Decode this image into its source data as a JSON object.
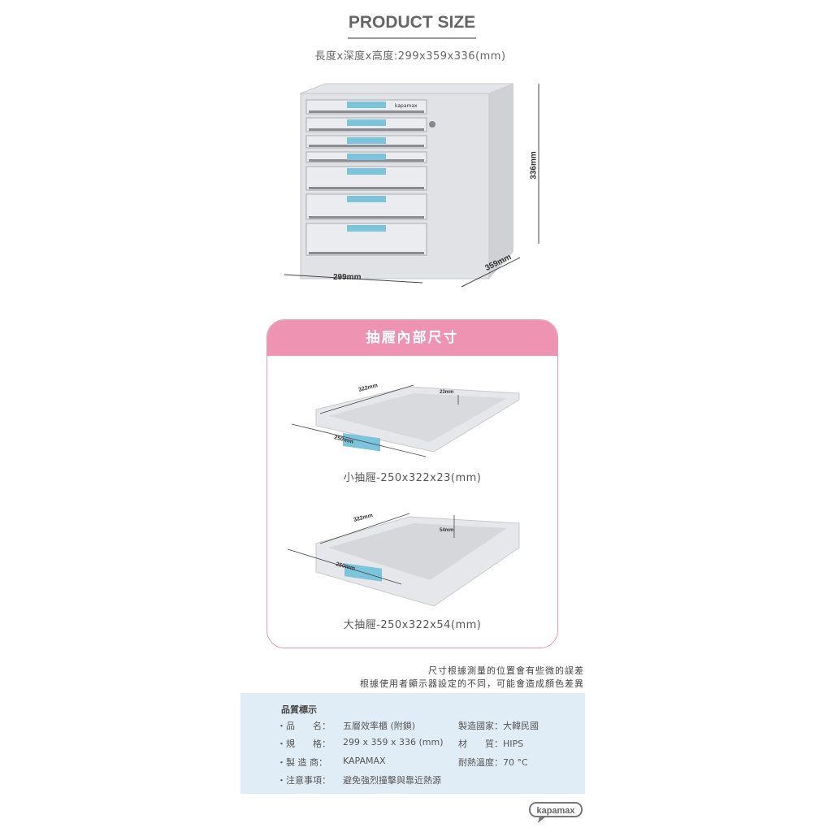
{
  "header": {
    "title": "PRODUCT SIZE",
    "dimensions": "長度x深度x高度:299x359x336(mm)"
  },
  "cabinet": {
    "width_label": "299mm",
    "depth_label": "359mm",
    "height_label": "336mm",
    "brand_label": "kapamax"
  },
  "drawer_panel": {
    "title": "抽屜內部尺寸",
    "small": {
      "length_label": "322mm",
      "width_label": "250mm",
      "height_label": "23mm",
      "caption": "小抽屜-250x322x23(mm)"
    },
    "large": {
      "length_label": "322mm",
      "width_label": "250mm",
      "height_label": "54mm",
      "caption": "大抽屜-250x322x54(mm)"
    }
  },
  "notes": [
    "尺寸根據測量的位置會有些微的誤差",
    "根據使用者顯示器設定的不同，可能會造成顏色差異"
  ],
  "quality": {
    "title": "品質標示",
    "rows": [
      {
        "label": "・品　　名：",
        "value": "五層效率櫃 (附鎖)"
      },
      {
        "label": "・規　　格：",
        "value": "299 x 359 x 336 (mm)"
      },
      {
        "label": "・製 造 商：",
        "value": "KAPAMAX"
      },
      {
        "label": "・注意事項：",
        "value": "避免強烈撞擊與靠近熱源"
      }
    ],
    "right": [
      {
        "label": "製造國家：",
        "value": "大韓民國"
      },
      {
        "label": "材　　質：",
        "value": "HIPS"
      },
      {
        "label": "耐熱溫度：",
        "value": "70 °C"
      }
    ]
  },
  "logo": "kapamax",
  "colors": {
    "pink": "#ee93b2",
    "handle": "#7cc3dc",
    "info_bg": "#e1edf6"
  }
}
